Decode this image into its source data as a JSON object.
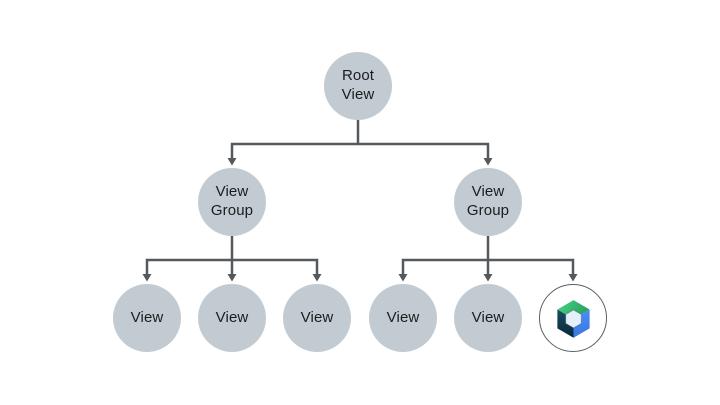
{
  "diagram": {
    "name": "android-view-hierarchy-tree",
    "background_color": "#FFFFFF",
    "node_fill_color": "#C2CBD1",
    "node_text_color": "#1A1D1F",
    "connector_color": "#54595E",
    "nodes": {
      "root": {
        "label": "Root\nView"
      },
      "view_group_left": {
        "label": "View\nGroup"
      },
      "view_group_right": {
        "label": "View\nGroup"
      },
      "views": [
        "View",
        "View",
        "View",
        "View",
        "View"
      ],
      "compose": {
        "icon": "jetpack-compose-logo",
        "ring_color": "#5A5F63",
        "colors": {
          "green_light": "#47D586",
          "green_dark": "#2BA05F",
          "blue_light": "#4B8DF8",
          "blue_dark": "#3A77E0",
          "navy_light": "#1D4B63",
          "navy_dark": "#062837",
          "hex_fill": "#E4EFF8"
        }
      }
    }
  }
}
